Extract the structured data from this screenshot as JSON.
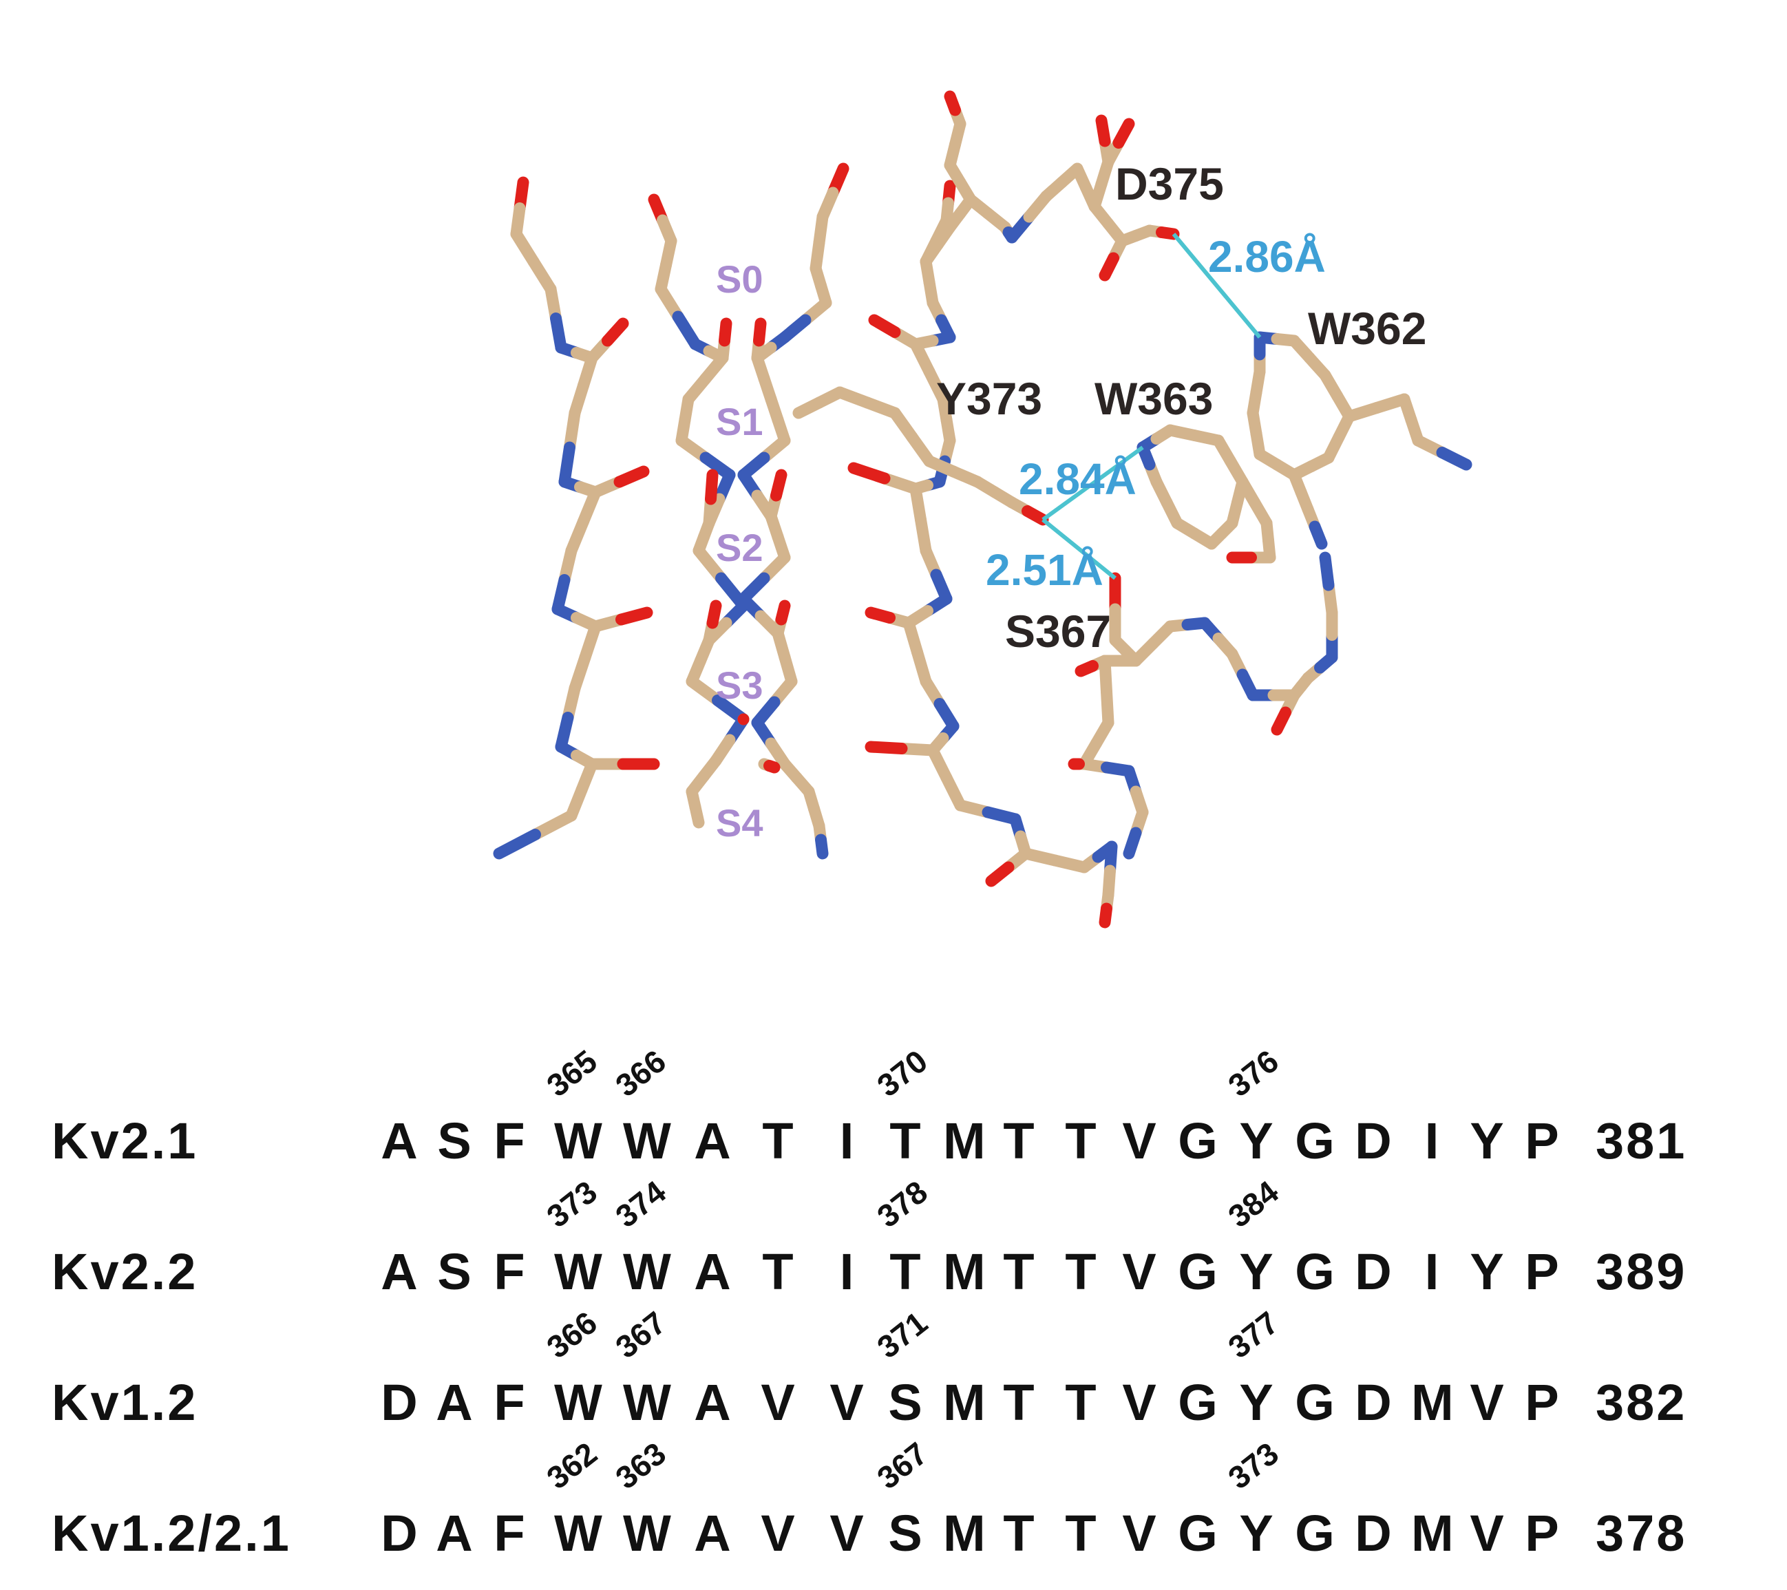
{
  "structure": {
    "site_labels": [
      "S0",
      "S1",
      "S2",
      "S3",
      "S4"
    ],
    "residue_labels": [
      "D375",
      "W362",
      "Y373",
      "W363",
      "S367"
    ],
    "distances": [
      "2.86Å",
      "2.84Å",
      "2.51Å"
    ],
    "colors": {
      "carbon": "#d3b48d",
      "nitrogen": "#3a5bb8",
      "oxygen": "#e1201b",
      "hbond": "#4cc3cf",
      "site_label": "#a98bd0",
      "distance_label": "#3fa0d6"
    }
  },
  "alignment": {
    "rows": [
      {
        "name": "Kv2.1",
        "residues": [
          "A",
          "S",
          "F",
          "W",
          "W",
          "A",
          "T",
          "I",
          "T",
          "M",
          "T",
          "T",
          "V",
          "G",
          "Y",
          "G",
          "D",
          "I",
          "Y",
          "P"
        ],
        "numbers": [
          "365",
          "366",
          "370",
          "376"
        ],
        "end": "381"
      },
      {
        "name": "Kv2.2",
        "residues": [
          "A",
          "S",
          "F",
          "W",
          "W",
          "A",
          "T",
          "I",
          "T",
          "M",
          "T",
          "T",
          "V",
          "G",
          "Y",
          "G",
          "D",
          "I",
          "Y",
          "P"
        ],
        "numbers": [
          "373",
          "374",
          "378",
          "384"
        ],
        "end": "389"
      },
      {
        "name": "Kv1.2",
        "residues": [
          "D",
          "A",
          "F",
          "W",
          "W",
          "A",
          "V",
          "V",
          "S",
          "M",
          "T",
          "T",
          "V",
          "G",
          "Y",
          "G",
          "D",
          "M",
          "V",
          "P"
        ],
        "numbers": [
          "366",
          "367",
          "371",
          "377"
        ],
        "end": "382"
      },
      {
        "name": "Kv1.2/2.1",
        "residues": [
          "D",
          "A",
          "F",
          "W",
          "W",
          "A",
          "V",
          "V",
          "S",
          "M",
          "T",
          "T",
          "V",
          "G",
          "Y",
          "G",
          "D",
          "M",
          "V",
          "P"
        ],
        "numbers": [
          "362",
          "363",
          "367",
          "373"
        ],
        "end": "378"
      }
    ]
  }
}
